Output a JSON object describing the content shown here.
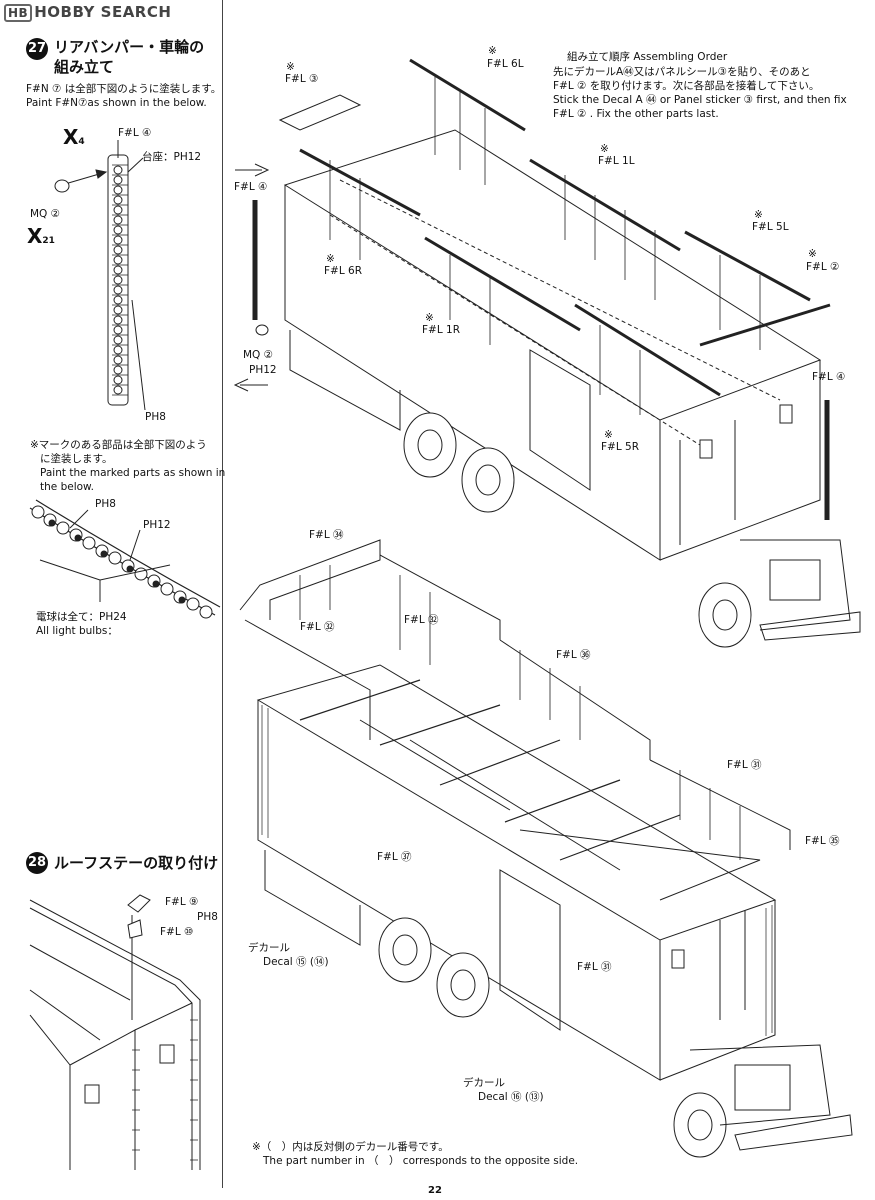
{
  "watermark": {
    "logo_box": "HB",
    "text": "HOBBY SEARCH"
  },
  "step27": {
    "number": "27",
    "title_line1": "リアバンパー・車輪の",
    "title_line2": "組み立て",
    "note_ja": "F#N ⑦ は全部下図のように塗装します。",
    "note_en": "Paint F#N⑦as shown in the below.",
    "labels": {
      "x_mark_top": "X",
      "x_mark_top_sub": "4",
      "x_mark_bottom": "X",
      "x_mark_bottom_sub": "21",
      "fl4": "F#L ④",
      "pedestal": "台座：",
      "ph12": "PH12",
      "mq2": "MQ ②",
      "ph8": "PH8"
    },
    "marked_note_ja_1": "※マークのある部品は全部下図のよう",
    "marked_note_ja_2": "に塗装します。",
    "marked_note_en_1": "Paint the marked parts as shown in",
    "marked_note_en_2": "the below.",
    "bulb_labels": {
      "ph8": "PH8",
      "ph12": "PH12",
      "bulbs_ja": "電球は全て：",
      "ph24": "PH24",
      "bulbs_en": "All light bulbs："
    }
  },
  "step28": {
    "number": "28",
    "title": "ルーフステーの取り付け",
    "labels": {
      "fl9": "F#L ⑨",
      "ph8": "PH8",
      "fl10": "F#L ⑩"
    }
  },
  "top_diagram": {
    "order_ja_title": "組み立て順序 Assembling Order",
    "order_ja_1": "先にデカールA㊹又はパネルシール③を貼り、そのあと",
    "order_ja_2": "F#L ② を取り付けます。次に各部品を接着して下さい。",
    "order_en_1": "Stick the Decal A ㊹ or Panel sticker ③ first, and then fix",
    "order_en_2": "F#L ② . Fix the other parts last.",
    "labels": {
      "fl3": "F#L ③",
      "fl6l": "F#L 6L",
      "fl1l": "F#L 1L",
      "fl5l": "F#L 5L",
      "fl2": "F#L ②",
      "fl4_left": "F#L ④",
      "fl6r": "F#L 6R",
      "fl1r": "F#L 1R",
      "mq2": "MQ ②",
      "ph12": "PH12",
      "fl5r": "F#L 5R",
      "fl4_right": "F#L ④",
      "asterisk": "※"
    }
  },
  "bottom_diagram": {
    "labels": {
      "fl34": "F#L ㉞",
      "fl32_top": "F#L ㉜",
      "fl32_left": "F#L ㉜",
      "fl36": "F#L ㊱",
      "fl31_top": "F#L ㉛",
      "fl35": "F#L ㉟",
      "fl37": "F#L ㊲",
      "fl31_bottom": "F#L ㉛",
      "decal_ja_1": "デカール",
      "decal_en_1": "Decal ⑮ (⑭)",
      "decal_ja_2": "デカール",
      "decal_en_2": "Decal ⑯ (⑬)"
    }
  },
  "footnote_ja": "※（　）内は反対側のデカール番号です。",
  "footnote_en": "The part number in （　） corresponds to the opposite side.",
  "page_number": "22"
}
